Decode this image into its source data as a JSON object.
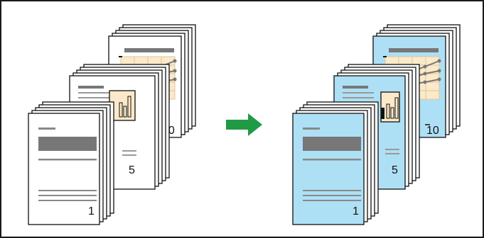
{
  "colors": {
    "frame": "#1a1a1a",
    "paper_plain": "#ffffff",
    "paper_colored": "#aee0f5",
    "bar_dark": "#777777",
    "chart_fill": "#fbe9c9",
    "chart_stroke": "#dcc79c",
    "arrow": "#1f9b45"
  },
  "before": {
    "front_page_number": "1",
    "middle_page_number": "5",
    "back_page_number": "10"
  },
  "after": {
    "front_page_number": "1",
    "middle_page_number": "5",
    "back_page_number": "10"
  },
  "arrow_icon": "right-arrow-icon"
}
